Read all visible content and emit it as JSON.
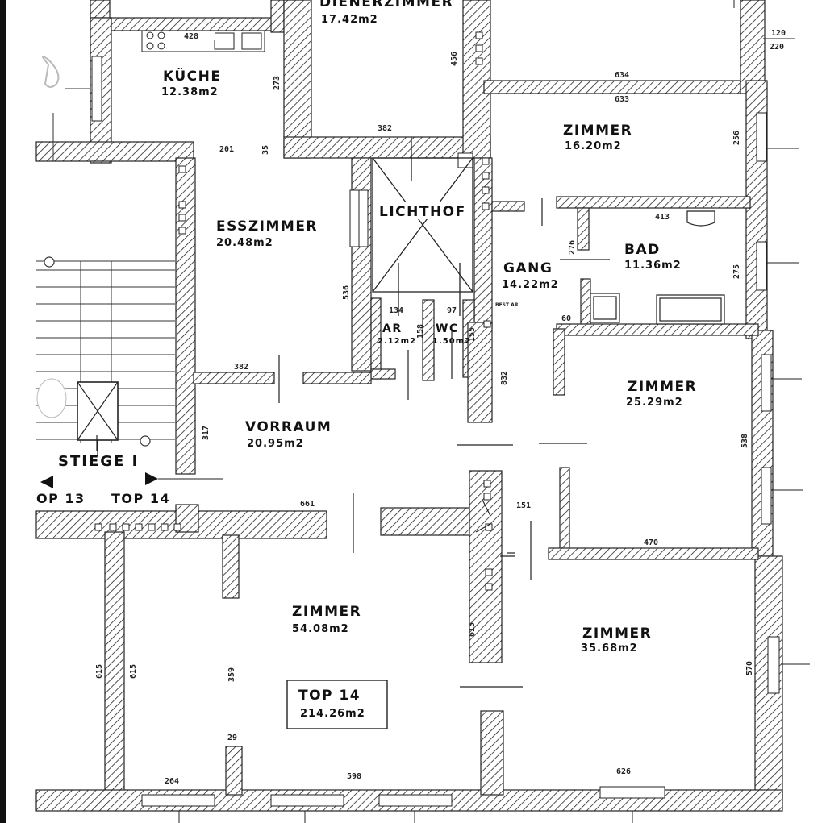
{
  "rooms": {
    "diener": {
      "name": "DIENERZIMMER",
      "area": "17.42m2"
    },
    "kueche": {
      "name": "KÜCHE",
      "area": "12.38m2"
    },
    "zimmer_tr": {
      "name": "ZIMMER",
      "area": "16.20m2"
    },
    "esszimmer": {
      "name": "ESSZIMMER",
      "area": "20.48m2"
    },
    "lichthof": {
      "name": "LICHTHOF"
    },
    "gang": {
      "name": "GANG",
      "area": "14.22m2"
    },
    "bad": {
      "name": "BAD",
      "area": "11.36m2"
    },
    "ar": {
      "name": "AR",
      "area": "2.12m2"
    },
    "wc": {
      "name": "WC",
      "area": "1.50m2"
    },
    "zimmer_r": {
      "name": "ZIMMER",
      "area": "25.29m2"
    },
    "vorraum": {
      "name": "VORRAUM",
      "area": "20.95m2"
    },
    "zimmer_big": {
      "name": "ZIMMER",
      "area": "54.08m2"
    },
    "zimmer_br": {
      "name": "ZIMMER",
      "area": "35.68m2"
    }
  },
  "stair": {
    "name": "STIEGE I",
    "left": "OP 13",
    "right": "TOP 14"
  },
  "unit": {
    "name": "TOP 14",
    "area": "214.26m2"
  },
  "dims": {
    "d428": "428",
    "d273": "273",
    "d201": "201",
    "d35": "35",
    "d382a": "382",
    "d456": "456",
    "d634": "634",
    "d633": "633",
    "d120": "120",
    "d220": "220",
    "d256": "256",
    "d413": "413",
    "d276": "276",
    "d275": "275",
    "d536": "536",
    "d134": "134",
    "d97": "97",
    "d158": "158",
    "d155": "155",
    "d832": "832",
    "d60": "60",
    "d382b": "382",
    "d317": "317",
    "d661": "661",
    "d151": "151",
    "d538": "538",
    "d470": "470",
    "d615a": "615",
    "d615b": "615",
    "d359": "359",
    "d615c": "615",
    "d570": "570",
    "d29": "29",
    "d264": "264",
    "d598": "598",
    "d626": "626",
    "bestar": "BEST AR"
  }
}
